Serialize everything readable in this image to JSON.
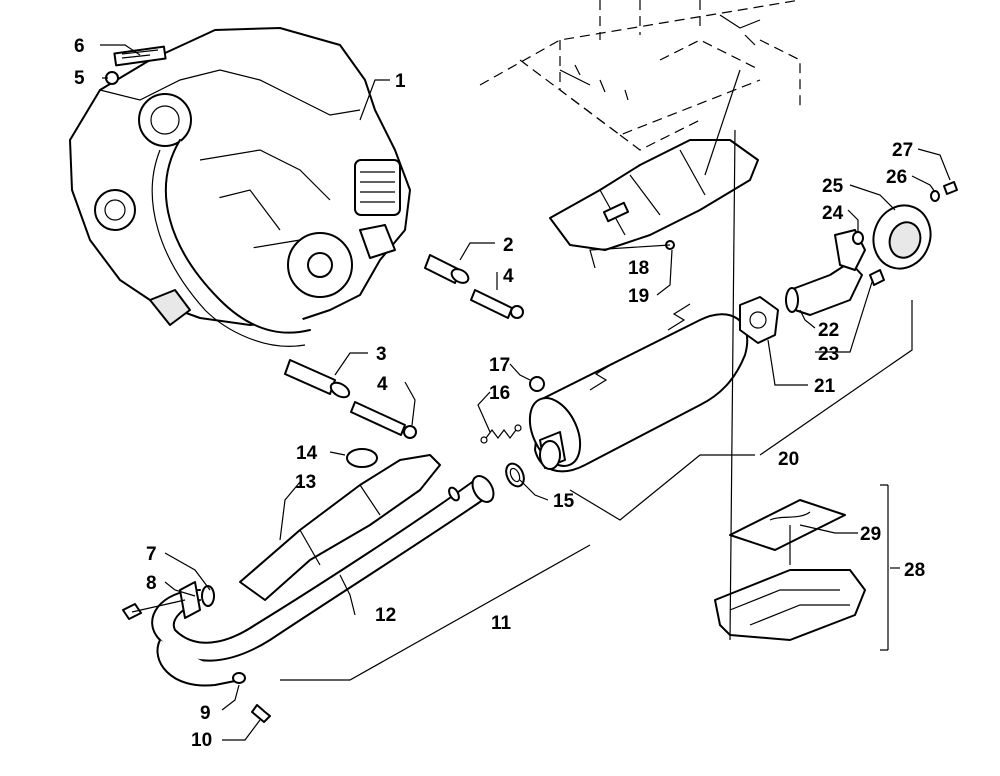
{
  "diagram": {
    "callouts": [
      {
        "id": "c1",
        "label": "1"
      },
      {
        "id": "c2",
        "label": "2"
      },
      {
        "id": "c3",
        "label": "3"
      },
      {
        "id": "c4a",
        "label": "4"
      },
      {
        "id": "c4b",
        "label": "4"
      },
      {
        "id": "c5",
        "label": "5"
      },
      {
        "id": "c6",
        "label": "6"
      },
      {
        "id": "c7",
        "label": "7"
      },
      {
        "id": "c8",
        "label": "8"
      },
      {
        "id": "c9",
        "label": "9"
      },
      {
        "id": "c10",
        "label": "10"
      },
      {
        "id": "c11",
        "label": "11"
      },
      {
        "id": "c12",
        "label": "12"
      },
      {
        "id": "c13",
        "label": "13"
      },
      {
        "id": "c14",
        "label": "14"
      },
      {
        "id": "c15",
        "label": "15"
      },
      {
        "id": "c16",
        "label": "16"
      },
      {
        "id": "c17",
        "label": "17"
      },
      {
        "id": "c18",
        "label": "18"
      },
      {
        "id": "c19",
        "label": "19"
      },
      {
        "id": "c20",
        "label": "20"
      },
      {
        "id": "c21",
        "label": "21"
      },
      {
        "id": "c22",
        "label": "22"
      },
      {
        "id": "c23",
        "label": "23"
      },
      {
        "id": "c24",
        "label": "24"
      },
      {
        "id": "c25",
        "label": "25"
      },
      {
        "id": "c26",
        "label": "26"
      },
      {
        "id": "c27",
        "label": "27"
      },
      {
        "id": "c28",
        "label": "28"
      },
      {
        "id": "c29",
        "label": "29"
      }
    ]
  }
}
